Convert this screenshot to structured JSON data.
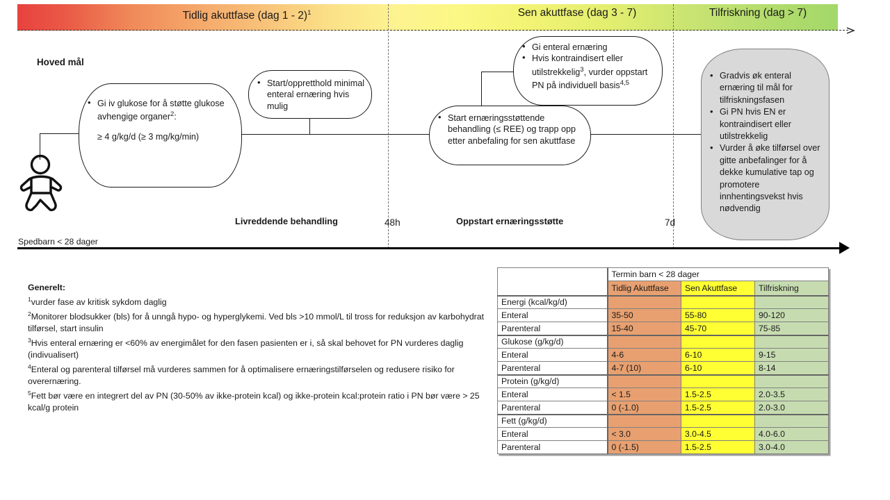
{
  "phase_bar": {
    "segments": [
      {
        "label": "Tidlig akuttfase (dag 1 - 2)",
        "sup": "1"
      },
      {
        "label": "Sen akuttfase (dag 3 - 7)",
        "sup": ""
      },
      {
        "label": "Tilfriskning (dag > 7)",
        "sup": ""
      }
    ],
    "gradient_start": "#E8423E",
    "gradient_mid": "#FDF391",
    "gradient_end": "#A3D869"
  },
  "diagram": {
    "main_goal_label": "Hoved mål",
    "patient_label": "Spedbarn < 28 dager",
    "markers": {
      "m48h": "48h",
      "m7d": "7d",
      "lifesaving": "Livreddende behandling",
      "nutrition_start": "Oppstart ernæringsstøtte"
    },
    "box_glucose": {
      "bullet": "Gi iv glukose for å støtte glukose avhengige organer",
      "sup": "2",
      "suffix": ":",
      "detail": "≥ 4 g/kg/d (≥ 3 mg/kg/min)"
    },
    "box_minimal_enteral": {
      "bullet": "Start/oppretthold minimal enteral ernæring hvis mulig"
    },
    "box_enteral_top": {
      "b1": "Gi enteral ernæring",
      "b2a": "Hvis kontraindisert eller utilstrekkelig",
      "b2sup1": "3",
      "b2b": ", vurder oppstart PN på individuell basis",
      "b2sup2": "4,5"
    },
    "box_support": {
      "bullet": "Start ernæringsstøttende behandling (≤ REE) og trapp opp etter anbefaling for sen akuttfase"
    },
    "box_recovery": {
      "b1": "Gradvis øk enteral ernæring til mål for tilfriskningsfasen",
      "b2": "Gi PN hvis EN er kontraindisert eller utilstrekkelig",
      "b3": "Vurder å øke tilførsel over gitte anbefalinger for å dekke kumulative tap og promotere innhentingsvekst hvis nødvendig",
      "fill_color": "#D9D9D9"
    }
  },
  "notes": {
    "title": "Generelt:",
    "items": [
      {
        "sup": "1",
        "text": "vurder fase av kritisk sykdom daglig"
      },
      {
        "sup": "2",
        "text": "Monitorer blodsukker (bls) for å unngå hypo- og hyperglykemi. Ved bls >10 mmol/L til tross for reduksjon av karbohydrat tilførsel, start insulin"
      },
      {
        "sup": "3",
        "text": "Hvis enteral ernæring er <60% av energimålet for den fasen pasienten er i, så skal behovet for PN vurderes daglig (indivualisert)"
      },
      {
        "sup": "4",
        "text": "Enteral og parenteral tilførsel må vurderes sammen for å optimalisere ernæringstilførselen og redusere risiko for overernæring."
      },
      {
        "sup": "5",
        "text": "Fett bør være en integrert del av PN (30-50% av ikke-protein kcal) og ikke-protein kcal:protein ratio i PN bør være > 25  kcal/g protein"
      }
    ]
  },
  "table": {
    "group_header": "Termin barn < 28 dager",
    "columns": [
      "Tidlig Akuttfase",
      "Sen Akuttfase",
      "Tilfriskning"
    ],
    "column_colors": [
      "#E8A070",
      "#FFFF33",
      "#C6DCB0"
    ],
    "groups": [
      {
        "title": "Energi (kcal/kg/d)",
        "rows": [
          {
            "label": "Enteral",
            "values": [
              "35-50",
              "55-80",
              "90-120"
            ]
          },
          {
            "label": "Parenteral",
            "values": [
              "15-40",
              "45-70",
              "75-85"
            ]
          }
        ]
      },
      {
        "title": "Glukose (g/kg/d)",
        "rows": [
          {
            "label": "Enteral",
            "values": [
              "4-6",
              "6-10",
              "9-15"
            ]
          },
          {
            "label": "Parenteral",
            "values": [
              "4-7 (10)",
              "6-10",
              "8-14"
            ]
          }
        ]
      },
      {
        "title": "Protein (g/kg/d)",
        "rows": [
          {
            "label": "Enteral",
            "values": [
              "< 1.5",
              "1.5-2.5",
              "2.0-3.5"
            ]
          },
          {
            "label": "Parenteral",
            "values": [
              "0 (-1.0)",
              "1.5-2.5",
              "2.0-3.0"
            ]
          }
        ]
      },
      {
        "title": "Fett (g/kg/d)",
        "rows": [
          {
            "label": "Enteral",
            "values": [
              "< 3.0",
              "3.0-4.5",
              "4.0-6.0"
            ]
          },
          {
            "label": "Parenteral",
            "values": [
              "0 (-1.5)",
              "1.5-2.5",
              "3.0-4.0"
            ]
          }
        ]
      }
    ]
  }
}
